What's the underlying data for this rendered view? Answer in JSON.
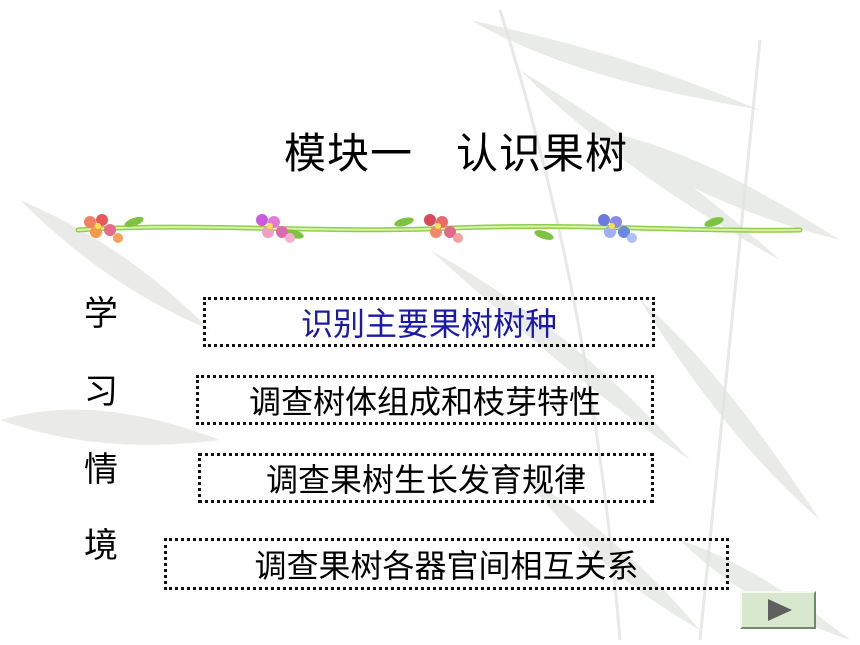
{
  "slide": {
    "title": "模块一　认识果树",
    "vertical_label": [
      "学",
      "习",
      "情",
      "境"
    ],
    "items": [
      {
        "label": "识别主要果树树种",
        "active": true
      },
      {
        "label": "调查树体组成和枝芽特性",
        "active": false
      },
      {
        "label": "调查果树生长发育规律",
        "active": false
      },
      {
        "label": "调查果树各器官间相互关系",
        "active": false
      }
    ]
  },
  "colors": {
    "active_text": "#1a1aa6",
    "vine_green": "#9fd95a",
    "next_button_bg": "#d7e8cf",
    "next_arrow": "#5f5f5f"
  },
  "icons": {
    "next": "play-triangle-icon",
    "decor": "flower-vine-divider"
  }
}
